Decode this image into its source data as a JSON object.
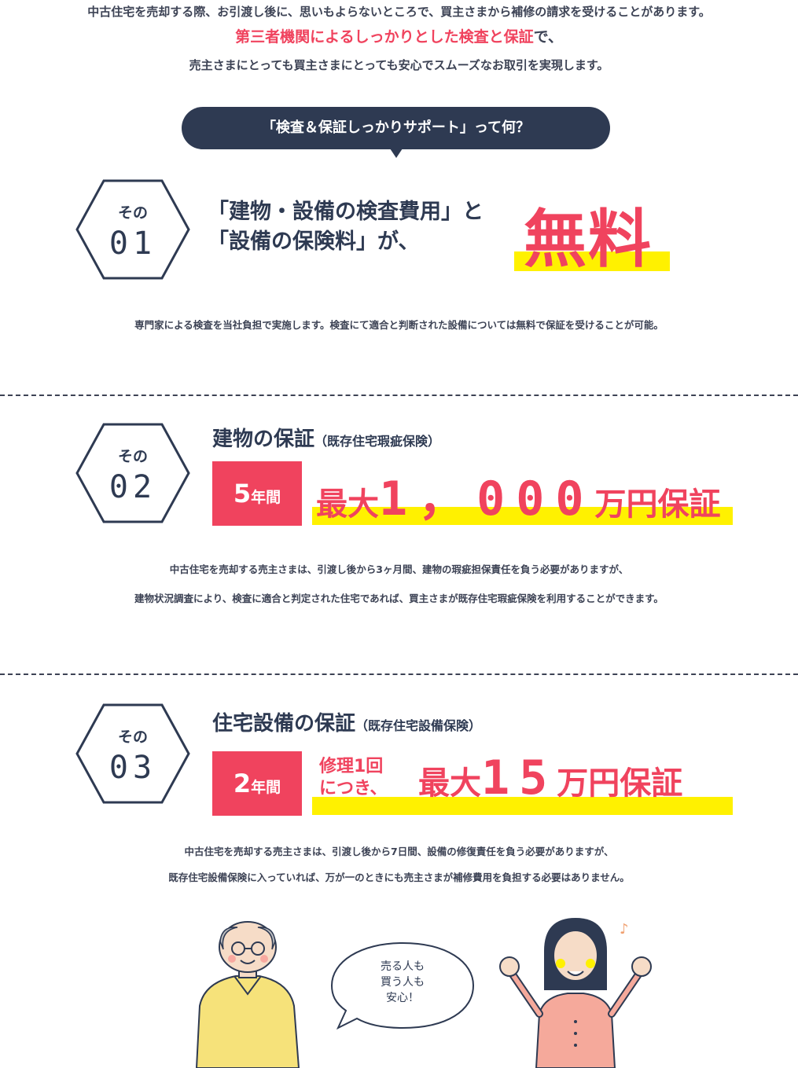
{
  "intro": {
    "line1": "中古住宅を売却する際、お引渡し後に、思いもよらないところで、買主さまから補修の請求を受けることがあります。",
    "line2_highlight": "第三者機関によるしっかりとした検査と保証",
    "line2_rest": "で、",
    "line3": "売主さまにとっても買主さまにとっても安心でスムーズなお取引を実現します。"
  },
  "bubble": {
    "text": "「検査＆保証しっかりサポート」って何？"
  },
  "sections": [
    {
      "label": "その",
      "number": "01",
      "heading_line1": "「建物・設備の検査費用」と",
      "heading_line2": "「設備の保険料」が、",
      "highlight": "無料",
      "desc": "専門家による検査を当社負担で実施します。検査にて適合と判断された設備については無料で保証を受けることが可能。"
    },
    {
      "label": "その",
      "number": "02",
      "title": "建物の保証",
      "title_note": "（既存住宅瑕疵保険）",
      "period_num": "5",
      "period_unit": "年間",
      "amount_prefix": "最大",
      "amount": "1，000",
      "amount_suffix": "万円保証",
      "desc_line1": "中古住宅を売却する売主さまは、引渡し後から3ヶ月間、建物の瑕疵担保責任を負う必要がありますが、",
      "desc_line2": "建物状況調査により、検査に適合と判定された住宅であれば、買主さまが既存住宅瑕疵保険を利用することができます。"
    },
    {
      "label": "その",
      "number": "03",
      "title": "住宅設備の保証",
      "title_note": "（既存住宅設備保険）",
      "period_num": "2",
      "period_unit": "年間",
      "note_line1": "修理1回",
      "note_line2": "につき、",
      "amount_prefix": "最大",
      "amount": "15",
      "amount_suffix": "万円保証",
      "desc_line1": "中古住宅を売却する売主さまは、引渡し後から7日間、設備の修復責任を負う必要がありますが、",
      "desc_line2": "既存住宅設備保険に入っていれば、万が一のときにも売主さまが補修費用を負担する必要はありません。"
    }
  ],
  "speech": {
    "line1": "売る人も",
    "line2": "買う人も",
    "line3": "安心！"
  },
  "colors": {
    "navy": "#2e3a52",
    "red": "#f0435e",
    "yellow": "#fff100"
  }
}
